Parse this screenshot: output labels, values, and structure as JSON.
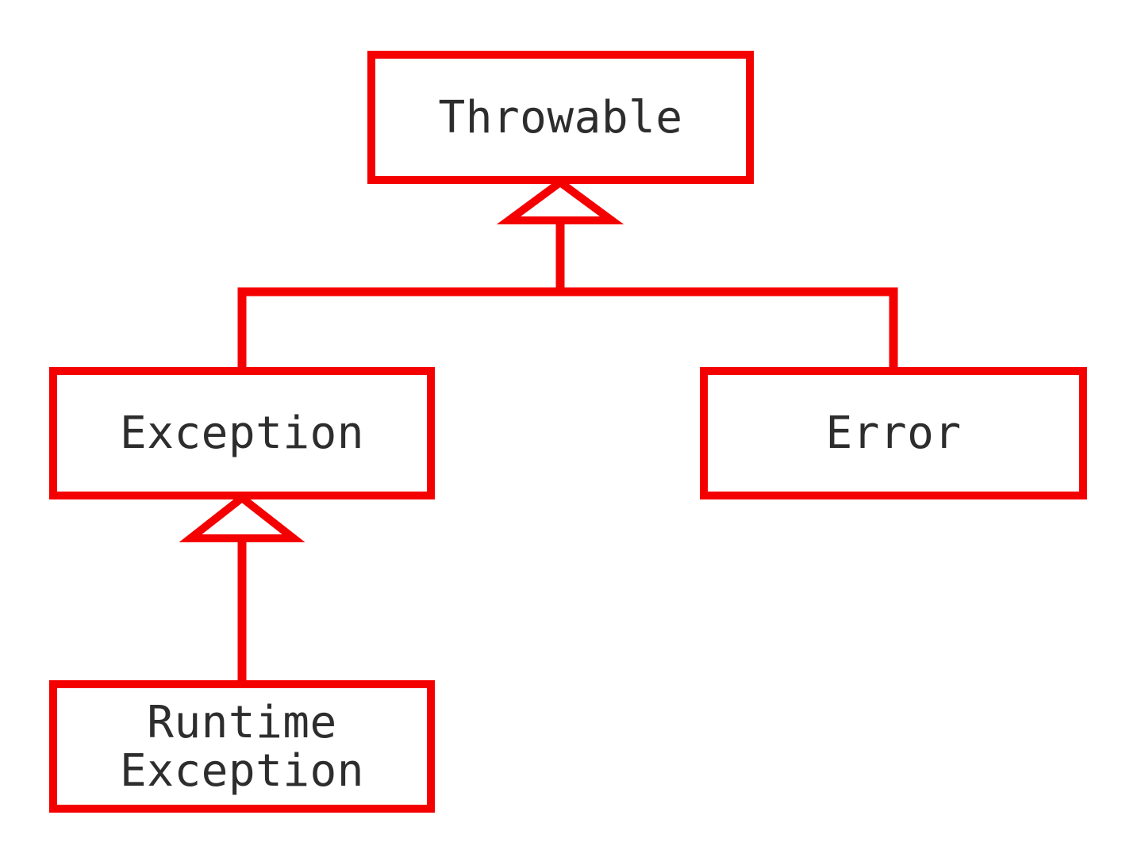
{
  "diagram": {
    "kind": "class-hierarchy",
    "colors": {
      "accent": "#f40000",
      "text": "#2d2d2d",
      "background": "#ffffff"
    },
    "nodes": {
      "throwable": {
        "label": "Throwable"
      },
      "exception": {
        "label": "Exception"
      },
      "error": {
        "label": "Error"
      },
      "runtime_exception": {
        "label": "Runtime\nException"
      }
    },
    "edges": [
      {
        "from": "Exception",
        "to": "Throwable",
        "type": "generalization"
      },
      {
        "from": "Error",
        "to": "Throwable",
        "type": "generalization"
      },
      {
        "from": "Runtime Exception",
        "to": "Exception",
        "type": "generalization"
      }
    ]
  }
}
